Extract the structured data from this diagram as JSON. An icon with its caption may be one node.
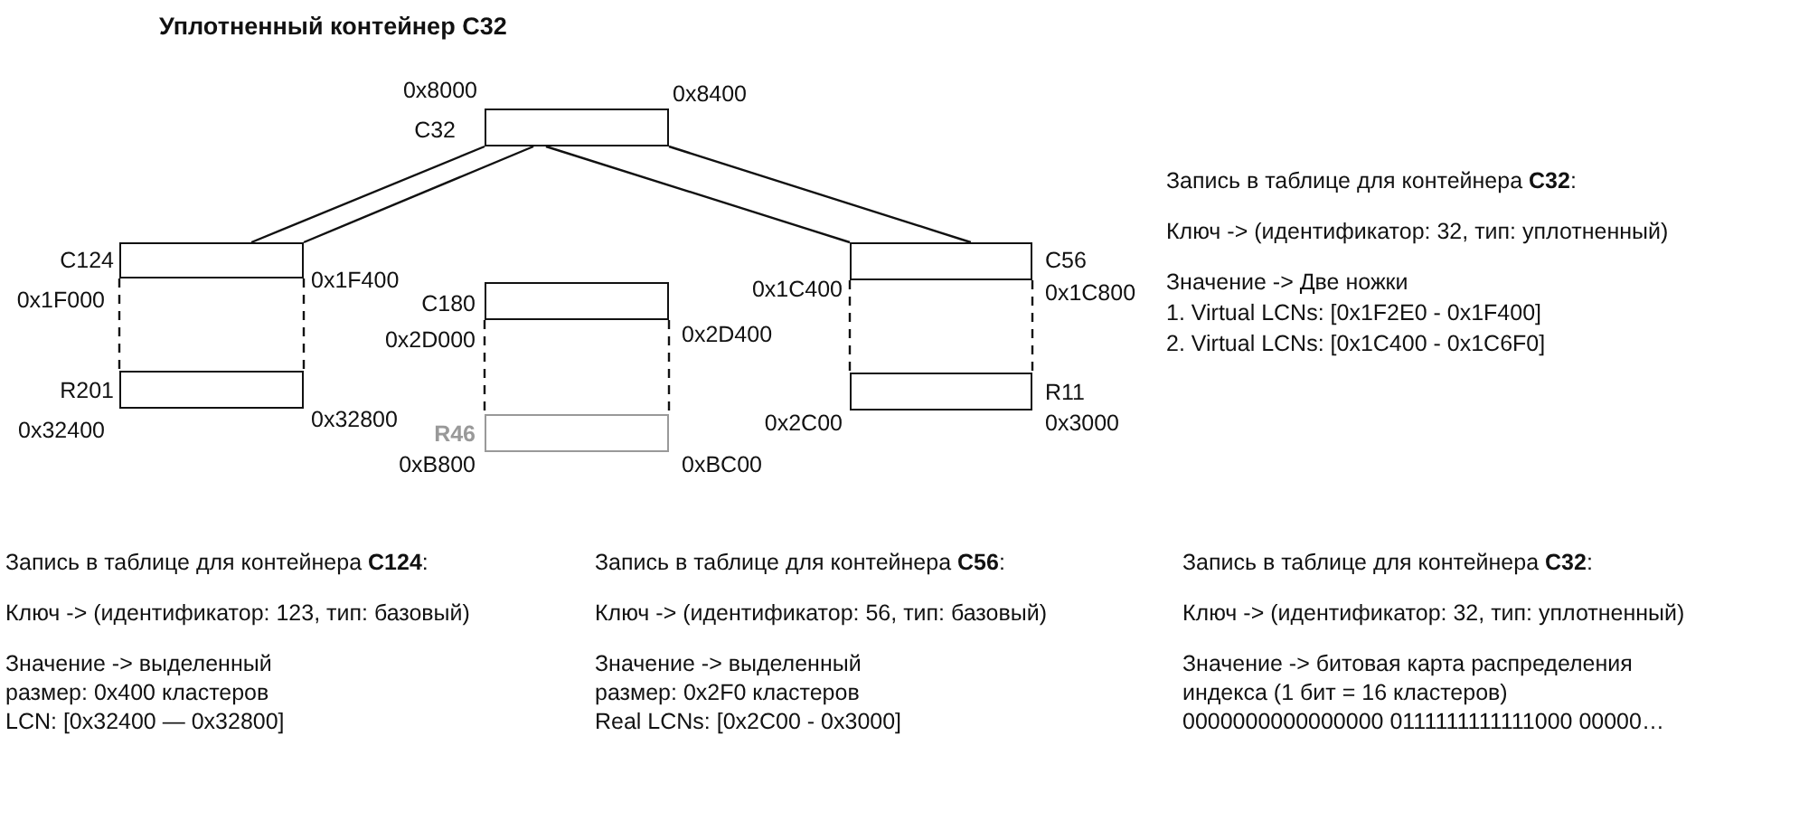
{
  "diagram": {
    "title": "Уплотненный контейнер C32",
    "nodes": [
      {
        "text": [
          "C32"
        ],
        "beside": [
          "0x8000",
          "0x8400"
        ]
      },
      {
        "text": [
          "C124"
        ],
        "beside": [
          "0x1F000",
          "0x1F400"
        ]
      },
      {
        "text": [
          "C180"
        ],
        "beside": [
          "0x2D000",
          "0x2D400"
        ]
      },
      {
        "text": [
          "C56"
        ],
        "beside": [
          "0x1C400",
          "0x1C800"
        ]
      },
      {
        "text": [
          "R201"
        ],
        "beside": [
          "0x32400",
          "0x32800"
        ]
      },
      {
        "text": [
          "R46"
        ],
        "beside": [
          "0xB800",
          "0xBC00"
        ]
      },
      {
        "text": [
          "R11"
        ],
        "beside": [
          "0x2C00",
          "0x3000"
        ]
      }
    ],
    "edges": [
      {
        "from": 0,
        "to": 1,
        "arrow": "none"
      },
      {
        "from": 0,
        "to": 1,
        "arrow": "none"
      },
      {
        "from": 0,
        "to": 3,
        "arrow": "none"
      },
      {
        "from": 0,
        "to": 3,
        "arrow": "none"
      },
      {
        "from": 1,
        "to": 4,
        "arrow": "none",
        "style": "dashed"
      },
      {
        "from": 1,
        "to": 4,
        "arrow": "none",
        "style": "dashed"
      },
      {
        "from": 2,
        "to": 5,
        "arrow": "none",
        "style": "dashed"
      },
      {
        "from": 2,
        "to": 5,
        "arrow": "none",
        "style": "dashed"
      },
      {
        "from": 3,
        "to": 6,
        "arrow": "none",
        "style": "dashed"
      },
      {
        "from": 3,
        "to": 6,
        "arrow": "none",
        "style": "dashed"
      }
    ],
    "labels": [
      "Запись в таблице для контейнера **C32**:",
      "Ключ -> (идентификатор: 32, тип: уплотненный)",
      "Значение -> Две ножки",
      "1. Virtual LCNs: [0x1F2E0 - 0x1F400]",
      "2. Virtual LCNs: [0x1C400 - 0x1C6F0]",
      "Запись в таблице для контейнера **C124**:",
      "Ключ -> (идентификатор: 123, тип: базовый)",
      "Значение -> выделенный размер: 0x400 кластеров",
      "LCN: [0x32400 — 0x32800]",
      "Запись в таблице для контейнера **C56**:",
      "Ключ -> (идентификатор: 56, тип: базовый)",
      "Значение -> выделенный размер: 0x2F0 кластеров",
      "Real LCNs: [0x2C00 - 0x3000]",
      "Запись в таблице для контейнера **C32**:",
      "Ключ -> (идентификатор: 32, тип: уплотненный)",
      "Значение -> битовая карта распределения индекса (1 бит = 16 кластеров)",
      "0000000000000000 0111111111111000 00000…"
    ]
  }
}
